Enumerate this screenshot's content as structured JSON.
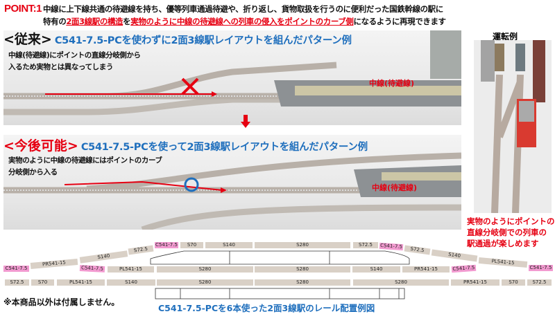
{
  "header": {
    "point_label": "POINT:1",
    "line1": "中線に上下線共通の待避線を持ち、優等列車通過待避や、折り返し、貨物取扱を行うのに便利だった国鉄幹線の駅に",
    "line2_prefix": "特有の",
    "line2_u1": "2面3線駅の構造",
    "line2_mid": "を",
    "line2_u2": "実物のように中線の待避線への列車の侵入をポイントのカーブ側",
    "line2_suffix": "になるように再現できます"
  },
  "before": {
    "bracket": "<従来>",
    "title": "C541-7.5-PCを使わずに2面3線駅レイアウトを組んだパターン例",
    "note1": "中線(待避線)にポイントの直線分岐側から",
    "note2": "入るため実物とは異なってしまう",
    "track_label": "中線(待避線)"
  },
  "after": {
    "bracket": "<今後可能>",
    "title": "C541-7.5-PCを使って2面3線駅レイアウトを組んだパターン例",
    "note1": "実物のように中線の待避線にはポイントのカーブ",
    "note2": "分岐側から入る",
    "track_label": "中線(待避線)"
  },
  "example": {
    "title": "運転例",
    "caption1": "実物のようにポイントの",
    "caption2": "直線分岐側での列車の",
    "caption3": "駅通過が楽しめます"
  },
  "diagram": {
    "rails": [
      "C541-7.5",
      "S70",
      "S140",
      "S280",
      "S72.5",
      "C541-7.5",
      "S72.5",
      "S140",
      "PL541-15",
      "C541-7.5",
      "S72.5",
      "S140",
      "PR541-15",
      "C541-7.5",
      "C541-7.5",
      "PL541-15",
      "S280",
      "S280",
      "S140",
      "PR541-15",
      "C541-7.5",
      "S72.5",
      "S70",
      "PL541-15",
      "S140",
      "S280",
      "S280",
      "S280",
      "PR541-15",
      "S70",
      "S72.5"
    ],
    "caption": "C541-7.5-PCを6本使った2面3線駅のレール配置例図",
    "disclaimer": "※本商品以外は付属しません。"
  },
  "colors": {
    "accent_red": "#e60012",
    "title_blue": "#1f6fbd",
    "pink": "#f29ad0",
    "rail": "#d9d0c6"
  }
}
